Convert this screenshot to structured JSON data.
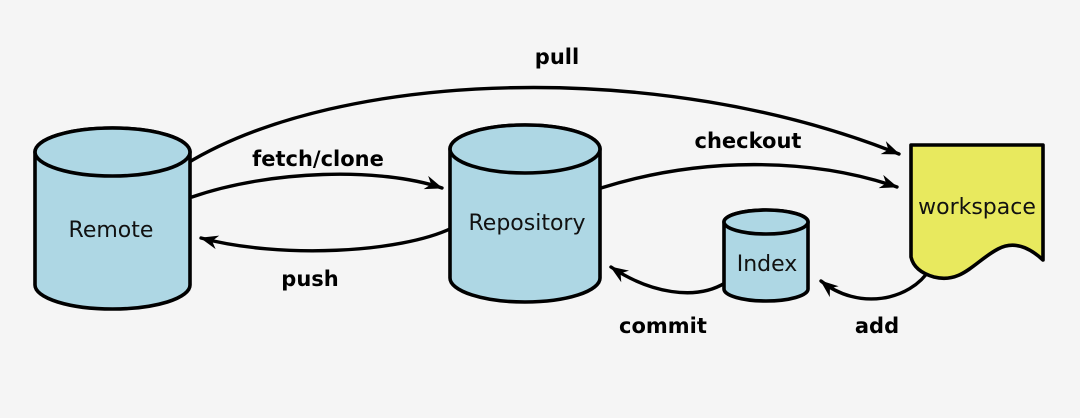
{
  "diagram": {
    "kind": "git-data-flow",
    "nodes": [
      {
        "id": "remote",
        "label": "Remote",
        "shape": "cylinder"
      },
      {
        "id": "repository",
        "label": "Repository",
        "shape": "cylinder"
      },
      {
        "id": "index",
        "label": "Index",
        "shape": "cylinder"
      },
      {
        "id": "workspace",
        "label": "workspace",
        "shape": "document"
      }
    ],
    "edges": [
      {
        "label": "pull",
        "from": "remote",
        "to": "workspace"
      },
      {
        "label": "fetch/clone",
        "from": "remote",
        "to": "repository"
      },
      {
        "label": "push",
        "from": "repository",
        "to": "remote"
      },
      {
        "label": "checkout",
        "from": "repository",
        "to": "workspace"
      },
      {
        "label": "commit",
        "from": "index",
        "to": "repository"
      },
      {
        "label": "add",
        "from": "workspace",
        "to": "index"
      }
    ],
    "colors": {
      "cylinder_fill": "#aed7e4",
      "document_fill": "#e8e95e",
      "stroke": "#000000",
      "background": "#f5f5f5"
    }
  }
}
